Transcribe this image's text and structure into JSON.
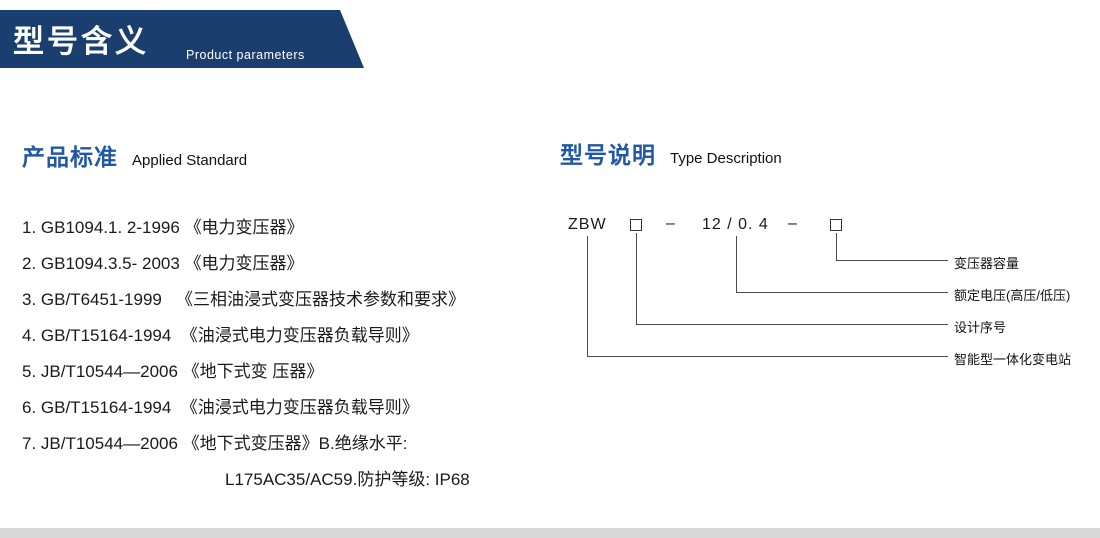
{
  "header": {
    "title": "型号含义",
    "subtitle": "Product parameters"
  },
  "standards": {
    "title": "产品标准",
    "subtitle": "Applied Standard",
    "items": [
      "1. GB1094.1. 2-1996 《电力变压器》",
      "2. GB1094.3.5- 2003 《电力变压器》",
      "3. GB/T6451-1999   《三相油浸式变压器技术参数和要求》",
      "4. GB/T15164-1994  《油浸式电力变压器负载导则》",
      "5. JB/T10544—2006 《地下式变 压器》",
      "6. GB/T15164-1994  《油浸式电力变压器负载导则》",
      "7. JB/T10544—2006 《地下式变压器》B.绝缘水平:"
    ],
    "continuation": "L175AC35/AC59.防护等级: IP68"
  },
  "model_section": {
    "title": "型号说明",
    "subtitle": "Type Description",
    "model": {
      "prefix": "ZBW",
      "dash1": "–",
      "voltage": "12 / 0. 4",
      "dash2": "–",
      "box_glyph": "□"
    },
    "labels": [
      "变压器容量",
      "额定电压(高压/低压)",
      "设计序号",
      "智能型一体化变电站"
    ]
  },
  "colors": {
    "banner": "#1a3e6e",
    "accent_blue": "#2157a6",
    "footer_bar": "#d8d8d8"
  }
}
